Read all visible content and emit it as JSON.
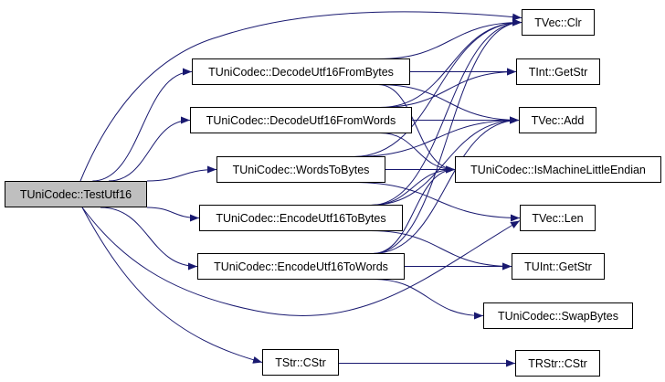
{
  "nodes": {
    "root": "TUniCodec::TestUtf16",
    "dfb": "TUniCodec::DecodeUtf16FromBytes",
    "dfw": "TUniCodec::DecodeUtf16FromWords",
    "wtb": "TUniCodec::WordsToBytes",
    "etb": "TUniCodec::EncodeUtf16ToBytes",
    "etw": "TUniCodec::EncodeUtf16ToWords",
    "tstr": "TStr::CStr",
    "clr": "TVec::Clr",
    "intgs": "TInt::GetStr",
    "add": "TVec::Add",
    "imle": "TUniCodec::IsMachineLittleEndian",
    "len": "TVec::Len",
    "uintgs": "TUInt::GetStr",
    "swap": "TUniCodec::SwapBytes",
    "trstr": "TRStr::CStr"
  },
  "edges": [
    [
      "root",
      "clr"
    ],
    [
      "root",
      "dfb"
    ],
    [
      "root",
      "dfw"
    ],
    [
      "root",
      "wtb"
    ],
    [
      "root",
      "etb"
    ],
    [
      "root",
      "etw"
    ],
    [
      "root",
      "len"
    ],
    [
      "root",
      "tstr"
    ],
    [
      "dfb",
      "clr"
    ],
    [
      "dfb",
      "intgs"
    ],
    [
      "dfb",
      "add"
    ],
    [
      "dfb",
      "imle"
    ],
    [
      "dfw",
      "clr"
    ],
    [
      "dfw",
      "intgs"
    ],
    [
      "dfw",
      "add"
    ],
    [
      "dfw",
      "imle"
    ],
    [
      "wtb",
      "clr"
    ],
    [
      "wtb",
      "add"
    ],
    [
      "wtb",
      "imle"
    ],
    [
      "wtb",
      "len"
    ],
    [
      "etb",
      "clr"
    ],
    [
      "etb",
      "add"
    ],
    [
      "etb",
      "imle"
    ],
    [
      "etb",
      "uintgs"
    ],
    [
      "etw",
      "clr"
    ],
    [
      "etw",
      "add"
    ],
    [
      "etw",
      "imle"
    ],
    [
      "etw",
      "uintgs"
    ],
    [
      "etw",
      "swap"
    ],
    [
      "tstr",
      "trstr"
    ]
  ],
  "colors": {
    "edge": "#191970",
    "root_fill": "#bfbfbf"
  }
}
